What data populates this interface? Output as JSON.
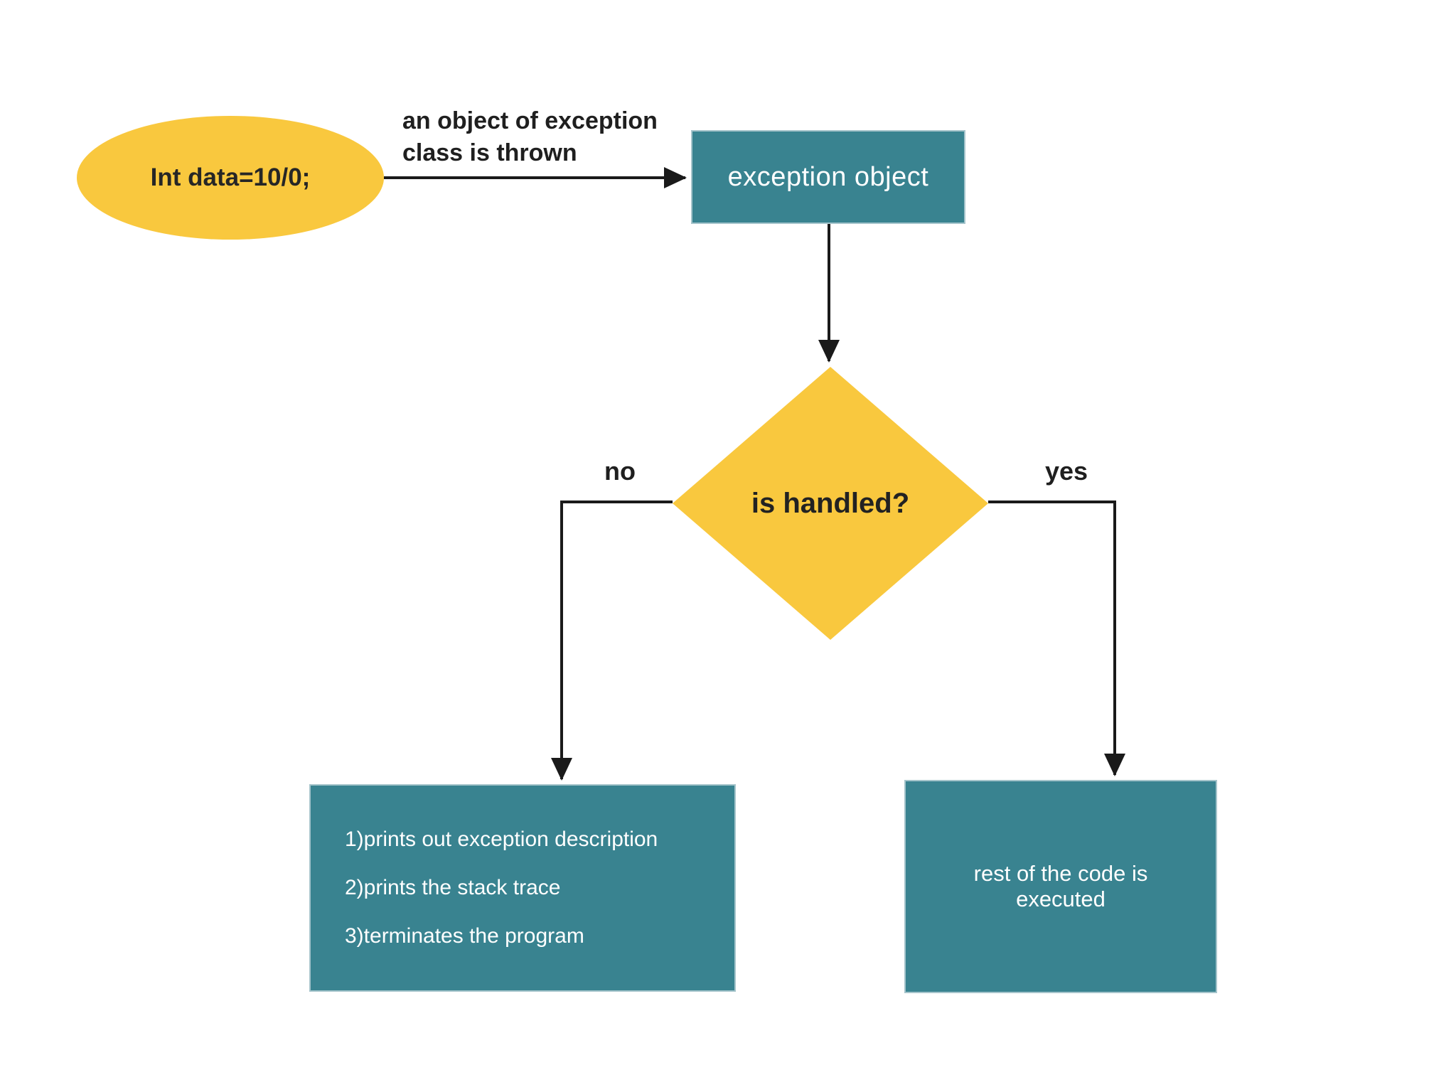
{
  "diagram": {
    "background": "#ffffff",
    "colors": {
      "node_yellow": "#F9C83E",
      "node_teal": "#398390",
      "connector": "#1a1a1a",
      "label_text_dark": "#1f1f1f",
      "box_text_light": "#ffffff"
    },
    "nodes": {
      "start": {
        "shape": "ellipse",
        "label": "Int data=10/0;"
      },
      "exception_object": {
        "shape": "rectangle",
        "label": "exception object"
      },
      "decision": {
        "shape": "diamond",
        "label": "is handled?"
      },
      "not_handled": {
        "shape": "rectangle",
        "lines": [
          "1)prints out exception description",
          "2)prints the stack trace",
          "3)terminates the program"
        ]
      },
      "handled": {
        "shape": "rectangle",
        "label": "rest of the code is executed"
      }
    },
    "edge_labels": {
      "thrown": "an object of exception\nclass is thrown",
      "no": "no",
      "yes": "yes"
    }
  }
}
